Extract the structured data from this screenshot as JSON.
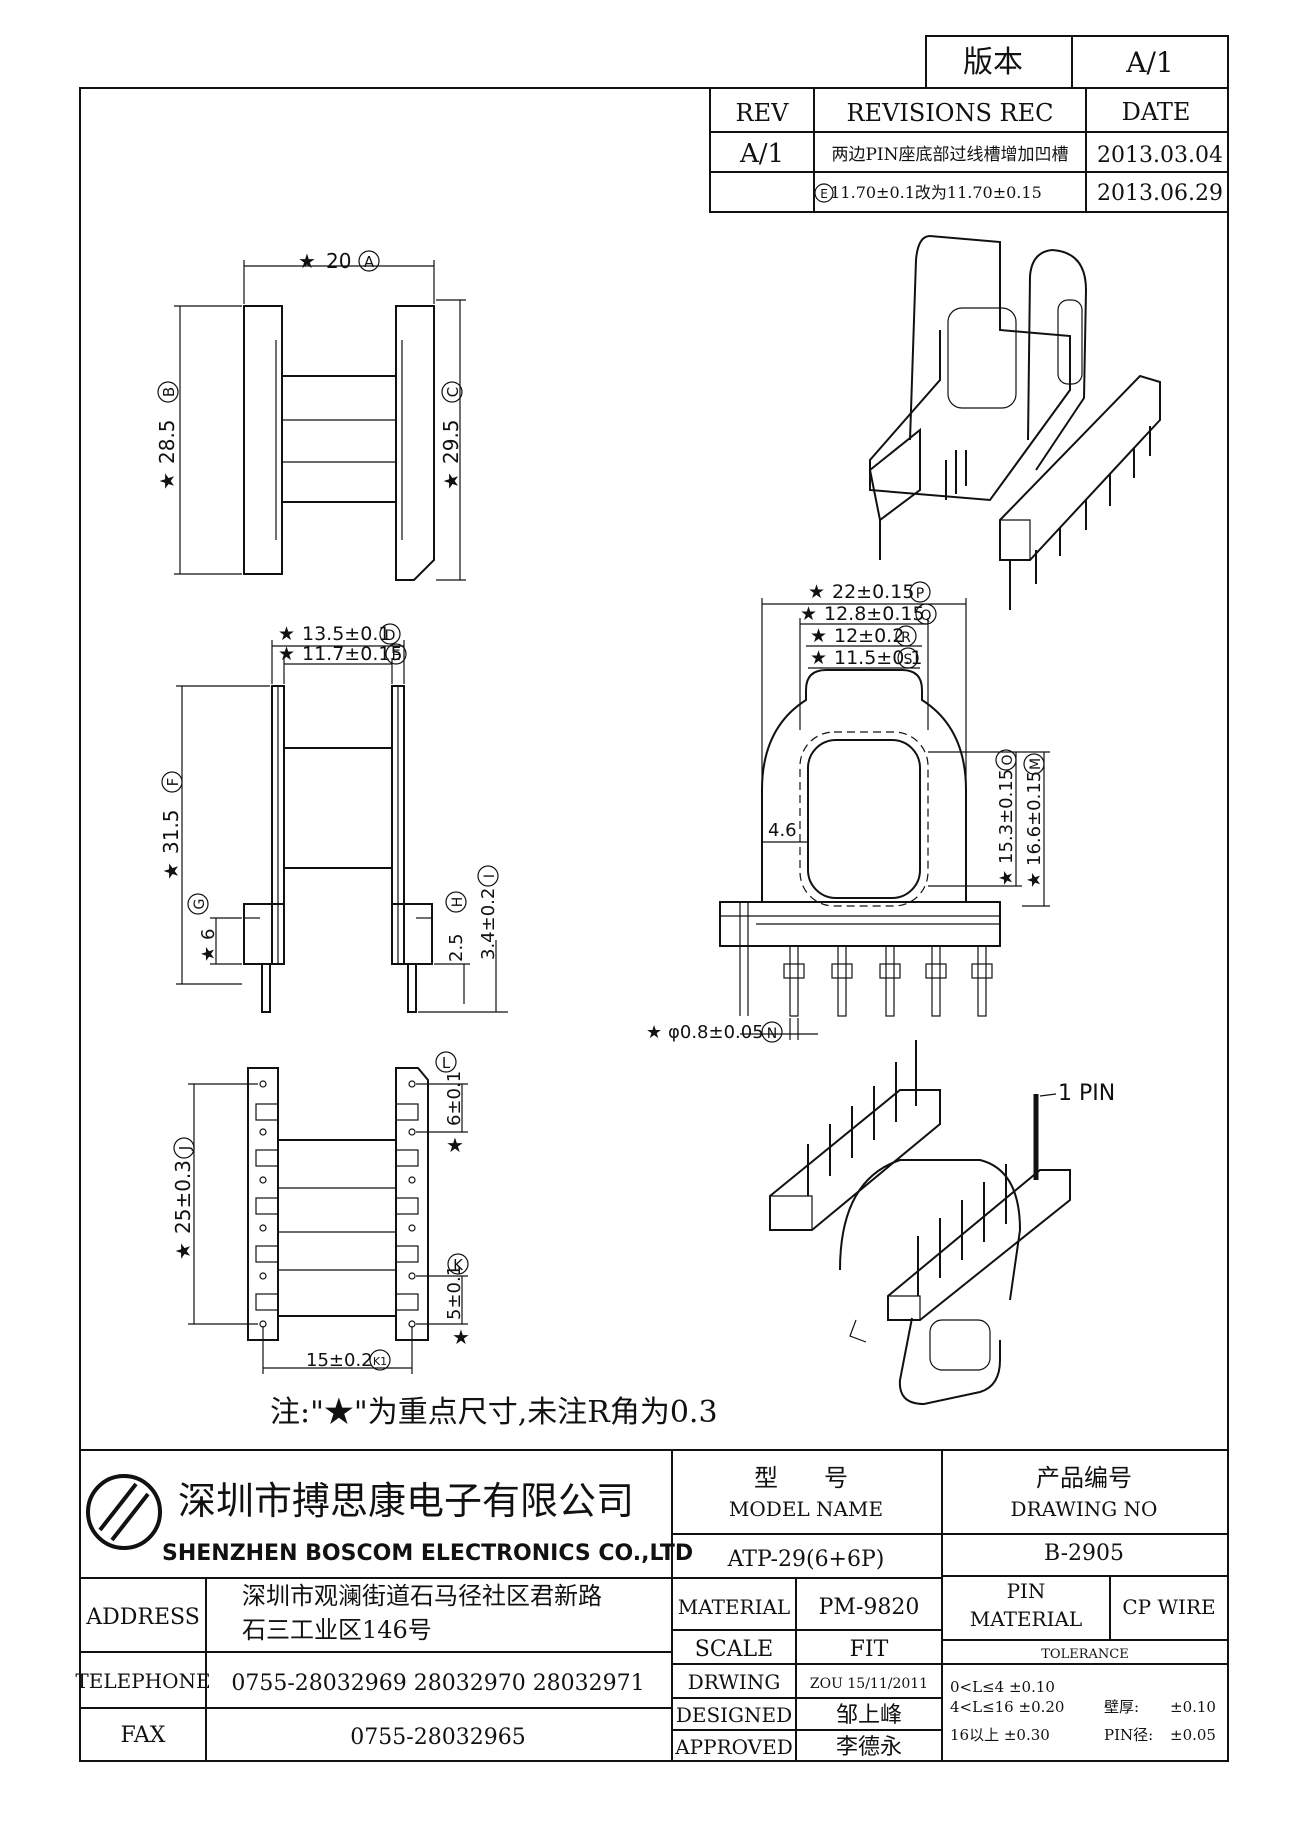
{
  "version_box": {
    "label": "版本",
    "value": "A/1"
  },
  "revisions": {
    "headers": {
      "rev": "REV",
      "rec": "REVISIONS REC",
      "date": "DATE"
    },
    "rows": [
      {
        "rev": "A/1",
        "rec": "两边PIN座底部过线槽增加凹槽",
        "date": "2013.03.04"
      },
      {
        "rev": "",
        "rec_mark": "E",
        "rec": "11.70±0.1改为11.70±0.15",
        "date": "2013.06.29"
      }
    ]
  },
  "dims": {
    "top_width": {
      "star": "★",
      "text": "20",
      "mark": "A"
    },
    "top_height_b": {
      "star": "★",
      "text": "28.5",
      "mark": "B"
    },
    "top_height_c": {
      "star": "★",
      "text": "29.5",
      "mark": "C"
    },
    "mid_d": {
      "star": "★",
      "text": "13.5±0.1",
      "mark": "D"
    },
    "mid_e": {
      "star": "★",
      "text": "11.7±0.15",
      "mark": "E"
    },
    "mid_f": {
      "star": "★",
      "text": "31.5",
      "mark": "F"
    },
    "mid_g": {
      "star": "★",
      "text": "6",
      "mark": "G"
    },
    "mid_h": {
      "text": "2.5",
      "mark": "H"
    },
    "mid_i": {
      "text": "3.4±0.2",
      "mark": "I"
    },
    "bot_j": {
      "star": "★",
      "text": "25±0.3",
      "mark": "J"
    },
    "bot_k": {
      "star": "★",
      "text": "5±0.1",
      "mark": "K"
    },
    "bot_k1": {
      "text": "15±0.2",
      "mark": "K1"
    },
    "bot_l": {
      "star": "★",
      "text": "6±0.1",
      "mark": "L"
    },
    "front_p": {
      "star": "★",
      "text": "22±0.15",
      "mark": "P"
    },
    "front_q": {
      "star": "★",
      "text": "12.8±0.15",
      "mark": "Q"
    },
    "front_r": {
      "star": "★",
      "text": "12±0.2",
      "mark": "R"
    },
    "front_s": {
      "star": "★",
      "text": "11.5±0.1",
      "mark": "S"
    },
    "front_46": {
      "text": "4.6"
    },
    "front_o": {
      "star": "★",
      "text": "15.3±0.15",
      "mark": "O"
    },
    "front_m": {
      "star": "★",
      "text": "16.6±0.15",
      "mark": "M"
    },
    "front_n": {
      "star": "★",
      "text": "φ0.8±0.05",
      "mark": "N"
    },
    "pin1": "1 PIN"
  },
  "note": "注:\"★\"为重点尺寸,未注R角为0.3",
  "title_block": {
    "company_cn": "深圳市搏思康电子有限公司",
    "company_en": "SHENZHEN BOSCOM ELECTRONICS CO.,LTD",
    "address_label": "ADDRESS",
    "address_line1": "深圳市观澜街道石马径社区君新路",
    "address_line2": "石三工业区146号",
    "telephone_label": "TELEPHONE",
    "telephone": "0755-28032969 28032970 28032971",
    "fax_label": "FAX",
    "fax": "0755-28032965",
    "model_cn_1": "型",
    "model_cn_2": "号",
    "model_en": "MODEL NAME",
    "model_value": "ATP-29(6+6P)",
    "drawing_cn": "产品编号",
    "drawing_en": "DRAWING NO",
    "drawing_value": "B-2905",
    "material_label": "MATERIAL",
    "material_value": "PM-9820",
    "scale_label": "SCALE",
    "scale_value": "FIT",
    "drwing_label": "DRWING",
    "drwing_value": "ZOU 15/11/2011",
    "designed_label": "DESIGNED",
    "designed_value": "邹上峰",
    "approved_label": "APPROVED",
    "approved_value": "李德永",
    "pin_material_1": "PIN",
    "pin_material_2": "MATERIAL",
    "pin_material_value": "CP WIRE",
    "tolerance_label": "TOLERANCE",
    "tol_1": "0<L≤4  ±0.10",
    "tol_2": "4<L≤16 ±0.20",
    "tol_3": "16以上     ±0.30",
    "wall_label": "壁厚:",
    "wall_value": "±0.10",
    "pin_dia_label": "PIN径:",
    "pin_dia_value": "±0.05"
  }
}
